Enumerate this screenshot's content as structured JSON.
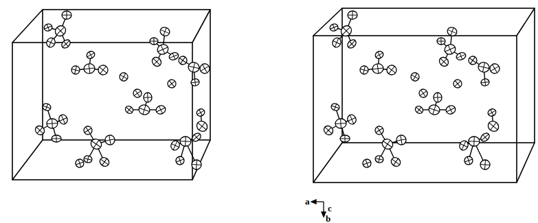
{
  "diagram": {
    "labels": [
      "a",
      "c",
      "b"
    ]
  }
}
